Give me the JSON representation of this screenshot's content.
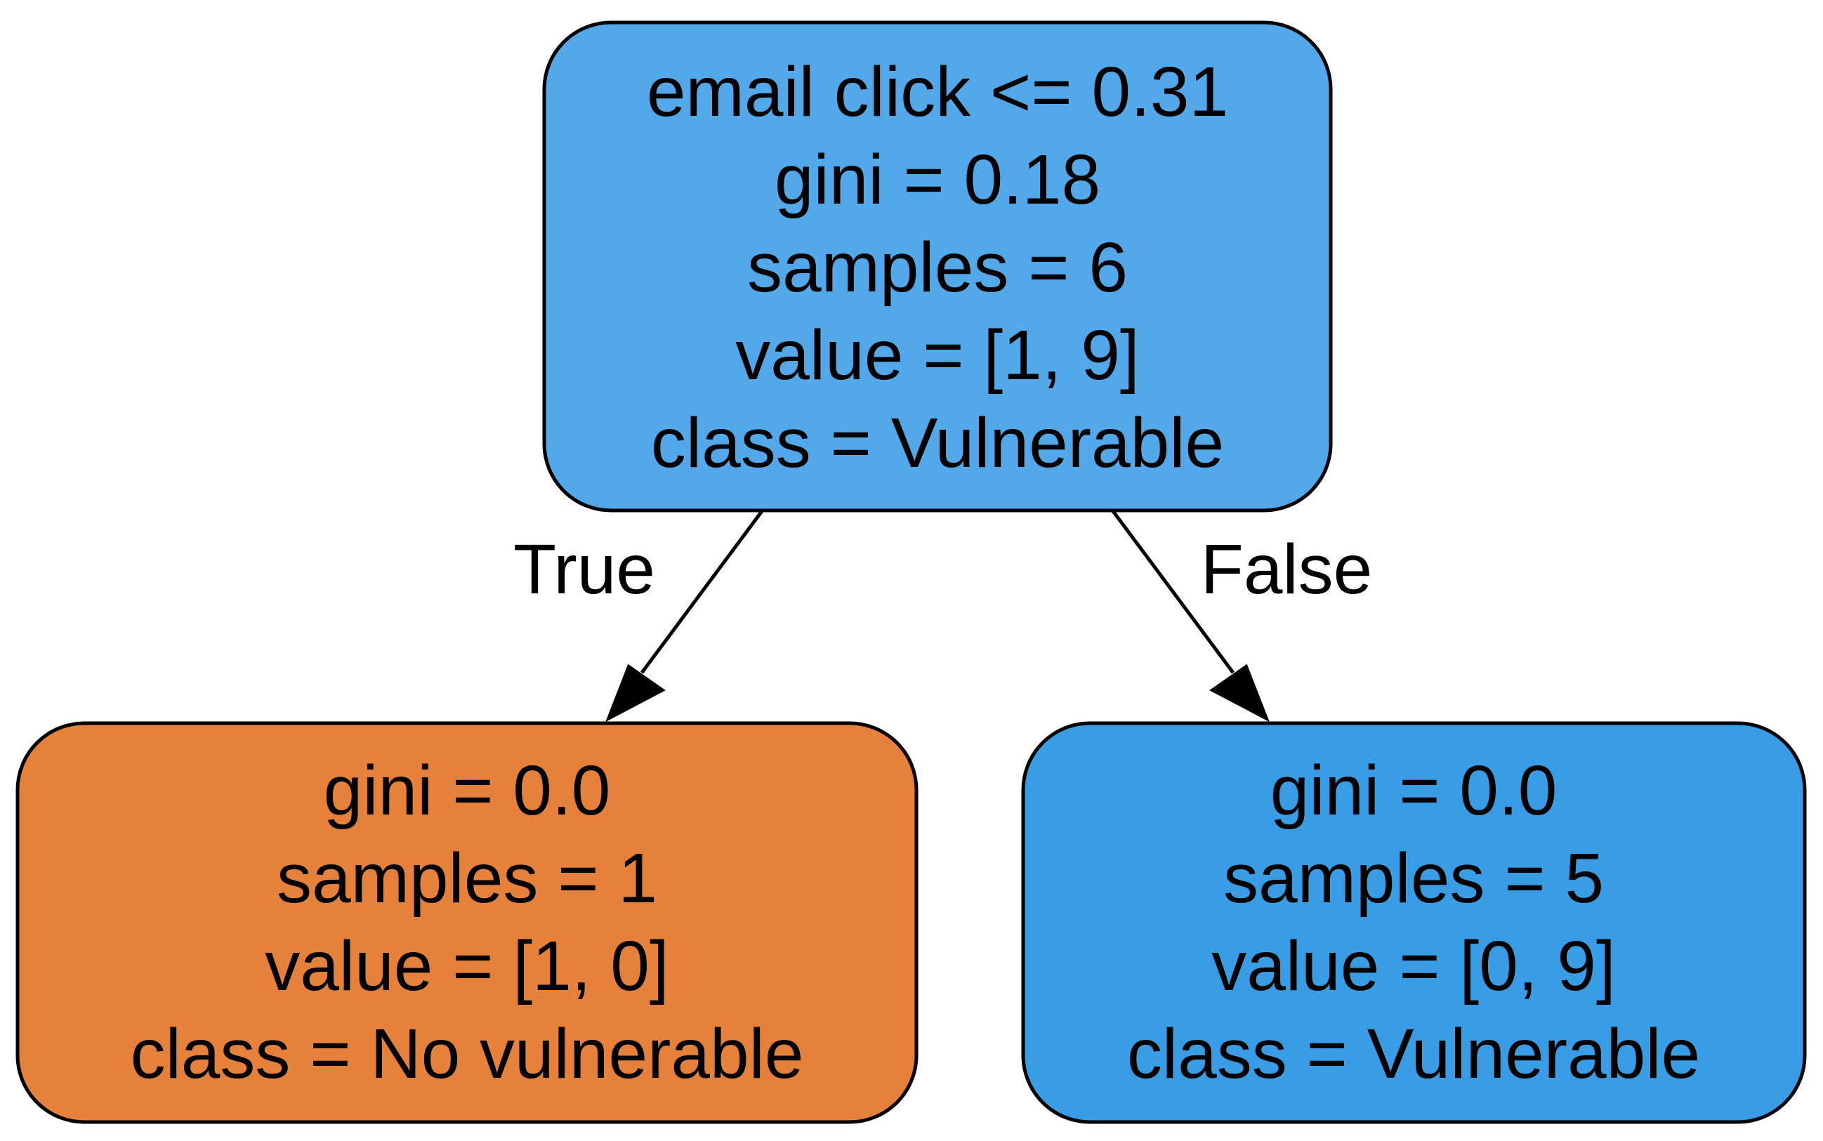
{
  "nodes": {
    "root": {
      "lines": [
        "email click <= 0.31",
        "gini = 0.18",
        "samples = 6",
        "value = [1, 9]",
        "class = Vulnerable"
      ],
      "fill": "#52a8e9"
    },
    "left": {
      "lines": [
        "gini = 0.0",
        "samples = 1",
        "value = [1, 0]",
        "class = No vulnerable"
      ],
      "fill": "#e6813b"
    },
    "right": {
      "lines": [
        "gini = 0.0",
        "samples = 5",
        "value = [0, 9]",
        "class = Vulnerable"
      ],
      "fill": "#399de5"
    }
  },
  "edges": {
    "true_label": "True",
    "false_label": "False"
  }
}
